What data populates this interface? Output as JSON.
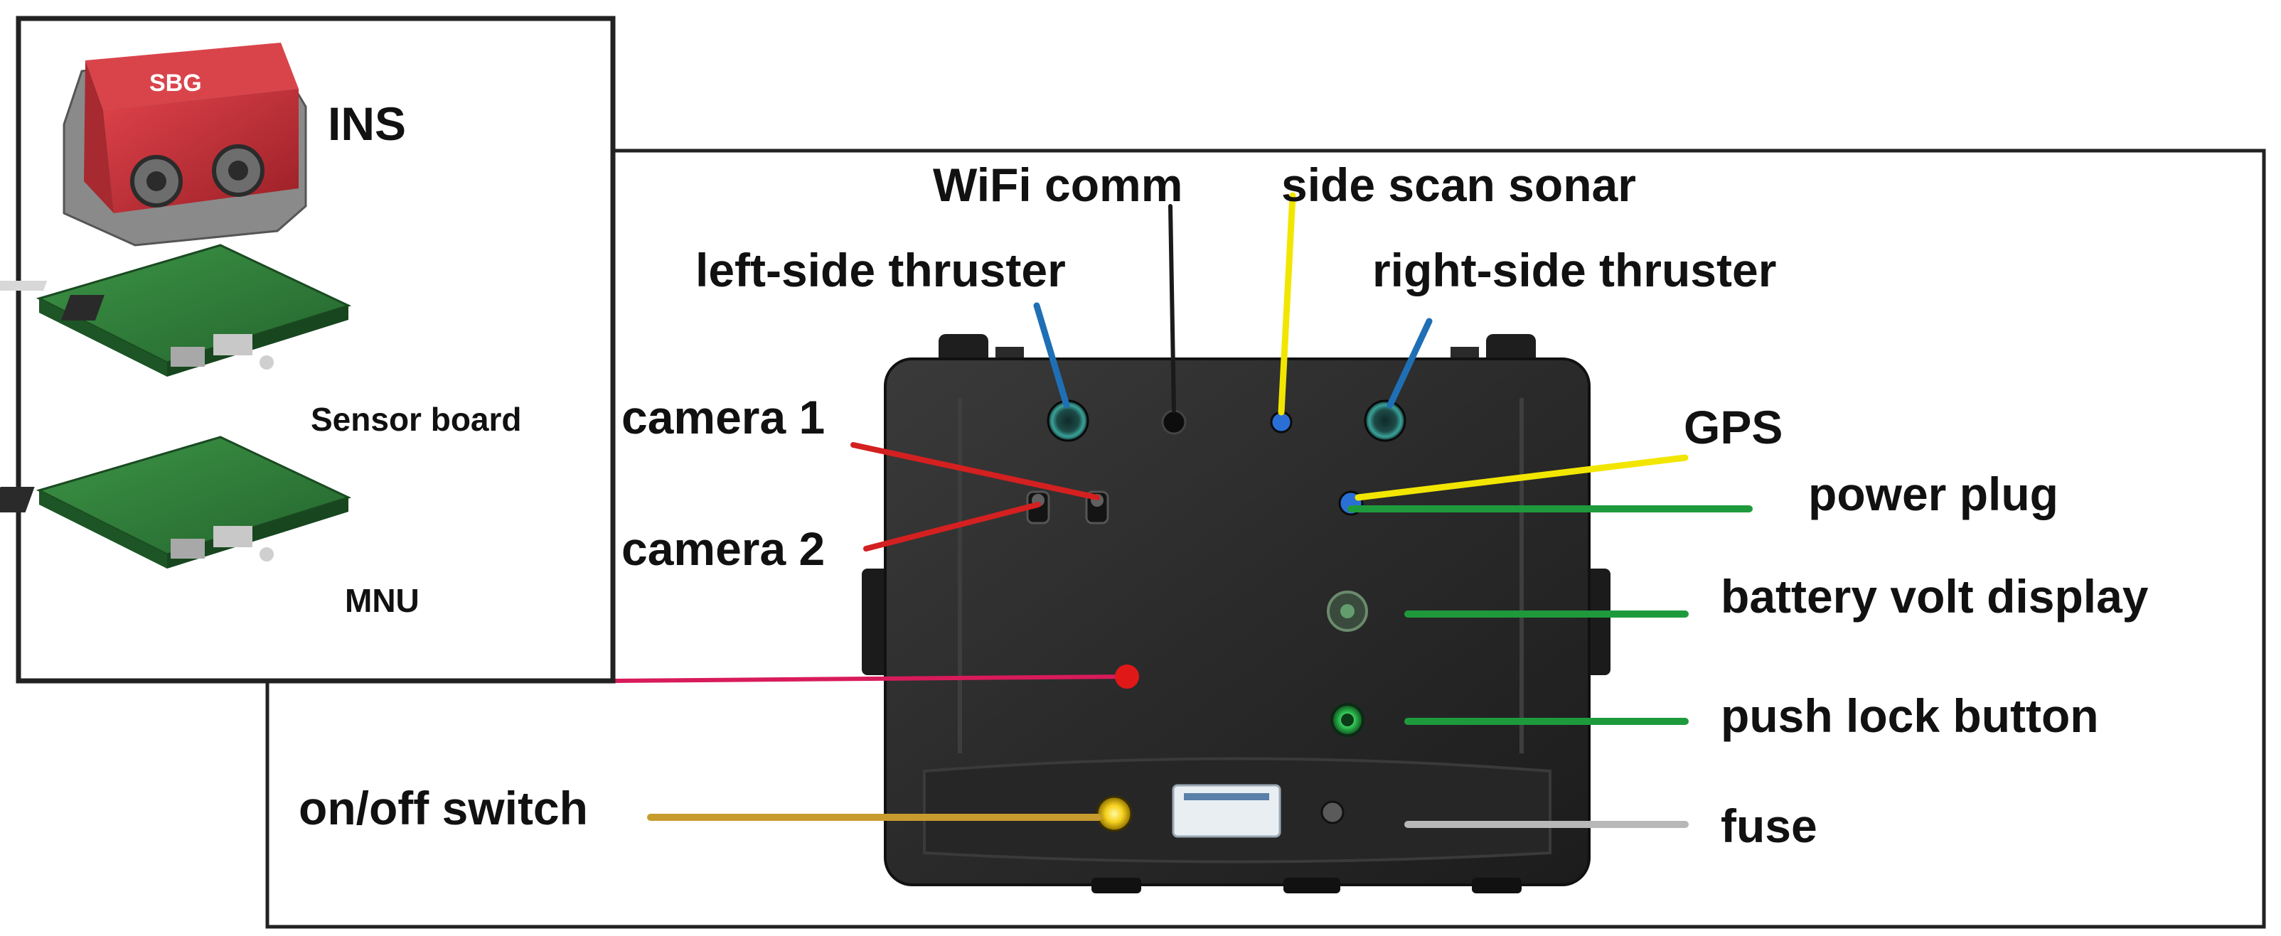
{
  "inset": {
    "labels": {
      "ins": "INS",
      "sensor_board": "Sensor board",
      "mnu": "MNU"
    },
    "ins_brand": "SBG"
  },
  "labels": {
    "wifi_comm": "WiFi comm",
    "side_scan_sonar": "side scan sonar",
    "left_side_thruster": "left-side thruster",
    "right_side_thruster": "right-side thruster",
    "camera_1": "camera 1",
    "camera_2": "camera 2",
    "gps": "GPS",
    "power_plug": "power plug",
    "battery_volt_display": "battery volt display",
    "push_lock_button": "push lock button",
    "on_off_switch": "on/off switch",
    "fuse": "fuse"
  },
  "colors": {
    "thruster_leader": "#1f6fb5",
    "wifi_leader": "#1a1a1a",
    "sonar_gps_leader": "#f2e600",
    "camera_leader": "#d42020",
    "power_battery_lock_leader": "#1e9a3c",
    "switch_leader": "#c89b2e",
    "fuse_leader": "#b8b8b8",
    "inset_link_leader": "#d81b5a",
    "ins_body": "#c8323a",
    "pcb_green": "#2f7d3a",
    "case_body": "#2c2c2c"
  },
  "board_label": "",
  "icons": [
    "connector-icon",
    "camera-mount-icon",
    "led-icon",
    "switch-icon"
  ]
}
